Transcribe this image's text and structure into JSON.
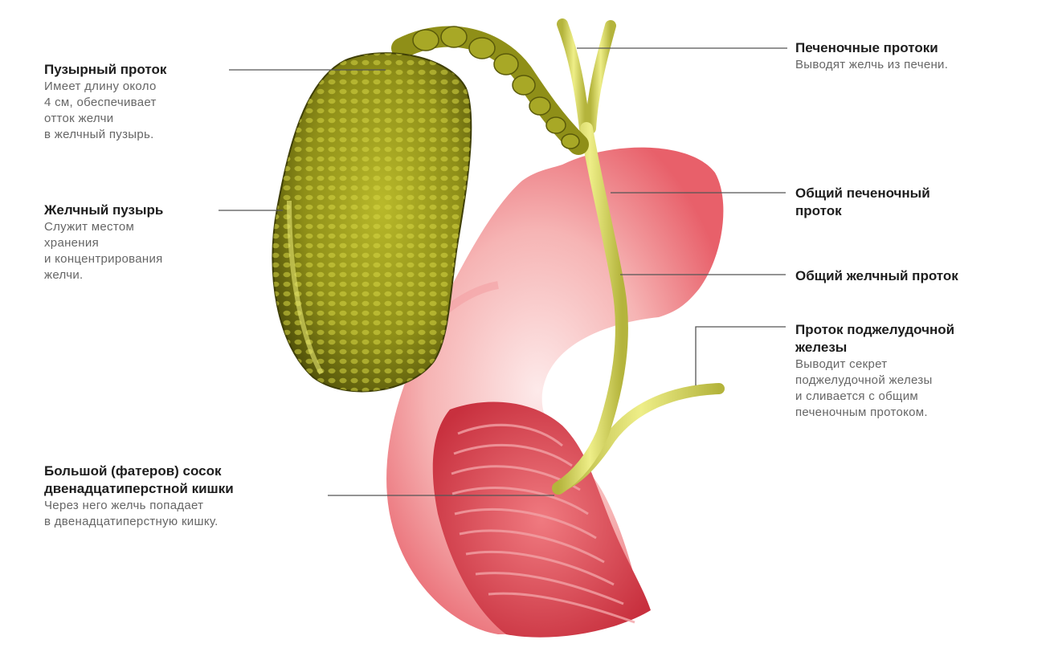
{
  "labels": {
    "cystic_duct": {
      "title": "Пузырный проток",
      "desc": "Имеет длину около\n4 см, обеспечивает\nотток желчи\nв  желчный пузырь."
    },
    "gallbladder": {
      "title": "Желчный пузырь",
      "desc": "Служит местом\nхранения\nи  концентрирования\nжелчи."
    },
    "papilla": {
      "title": "Большой (фатеров) сосок\nдвенадцатиперстной кишки",
      "desc": "Через него желчь попадает\nв  двенадцатиперстную кишку."
    },
    "hepatic_ducts": {
      "title": "Печеночные протоки",
      "desc": "Выводят желчь из печени."
    },
    "common_hepatic_duct": {
      "title": "Общий печеночный\nпроток"
    },
    "common_bile_duct": {
      "title": "Общий желчный проток"
    },
    "pancreatic_duct": {
      "title": "Проток поджелудочной\nжелезы",
      "desc": "Выводит секрет\nподжелудочной железы\nи  сливается с общим\nпеченочным протоком."
    }
  },
  "colors": {
    "gallbladder": "#8f8f18",
    "duct": "#d8d860",
    "duodenum": "#f08a8a",
    "duodenum_inner": "#e0505a",
    "leader_line": "#555555"
  }
}
